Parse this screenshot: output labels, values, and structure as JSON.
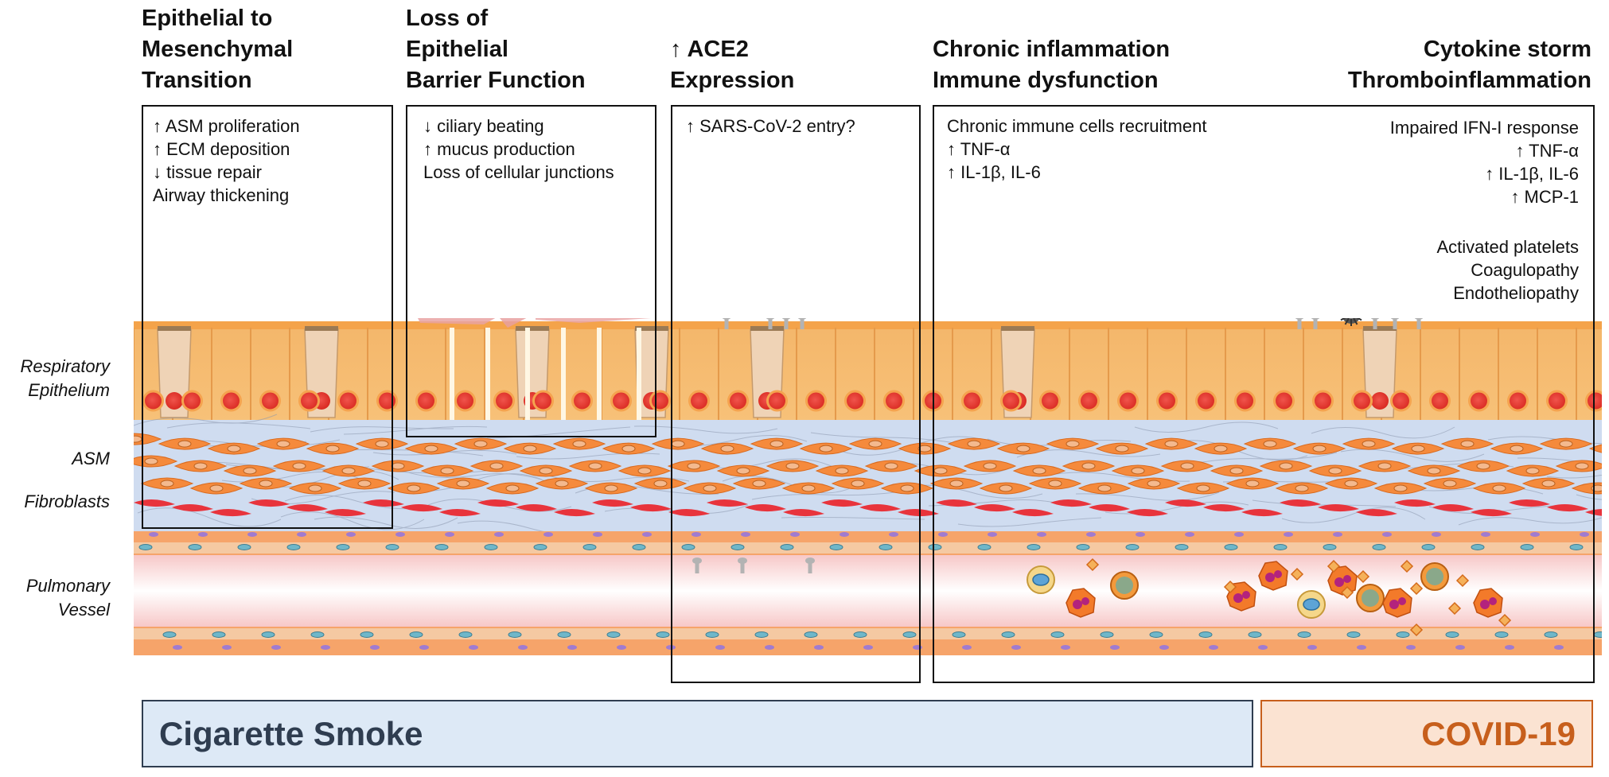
{
  "panels": [
    {
      "title_lines": [
        "Epithelial to",
        "Mesenchymal",
        "Transition"
      ],
      "lines": [
        "↑ ASM proliferation",
        "↑ ECM deposition",
        "↓ tissue repair",
        "Airway thickening"
      ]
    },
    {
      "title_lines": [
        "Loss of",
        "Epithelial",
        "Barrier Function"
      ],
      "lines": [
        "↓ ciliary beating",
        "↑ mucus production",
        "Loss of cellular junctions"
      ]
    },
    {
      "title_lines": [
        "↑ ACE2",
        "Expression"
      ],
      "lines": [
        "↑ SARS-CoV-2 entry?"
      ]
    },
    {
      "title_lines": [
        "Chronic inflammation",
        "Immune dysfunction"
      ],
      "lines": [
        "Chronic immune cells recruitment",
        "↑ TNF-α",
        "↑ IL-1β, IL-6"
      ]
    },
    {
      "title_lines": [
        "Cytokine storm",
        "Thromboinflammation"
      ],
      "lines": [
        "Impaired IFN-I response",
        "↑ TNF-α",
        "↑ IL-1β, IL-6",
        "↑ MCP-1"
      ],
      "lines_b": [
        "Activated platelets",
        "Coagulopathy",
        "Endotheliopathy"
      ]
    }
  ],
  "layers": {
    "epithelium": [
      "Respiratory",
      "Epithelium"
    ],
    "asm": "ASM",
    "fibroblasts": "Fibroblasts",
    "vessel": [
      "Pulmonary",
      "Vessel"
    ]
  },
  "banners": {
    "smoke": "Cigarette Smoke",
    "covid": "COVID-19"
  },
  "colors": {
    "smoke_bg": "#dde9f6",
    "smoke_text": "#2f3d50",
    "covid_bg": "#fbe3d2",
    "covid_text": "#c75f1c",
    "epithelium": "#f5b45e",
    "asm": "#f58a3c",
    "fibroblast": "#e8343c",
    "ecm": "#cdd9ef"
  }
}
